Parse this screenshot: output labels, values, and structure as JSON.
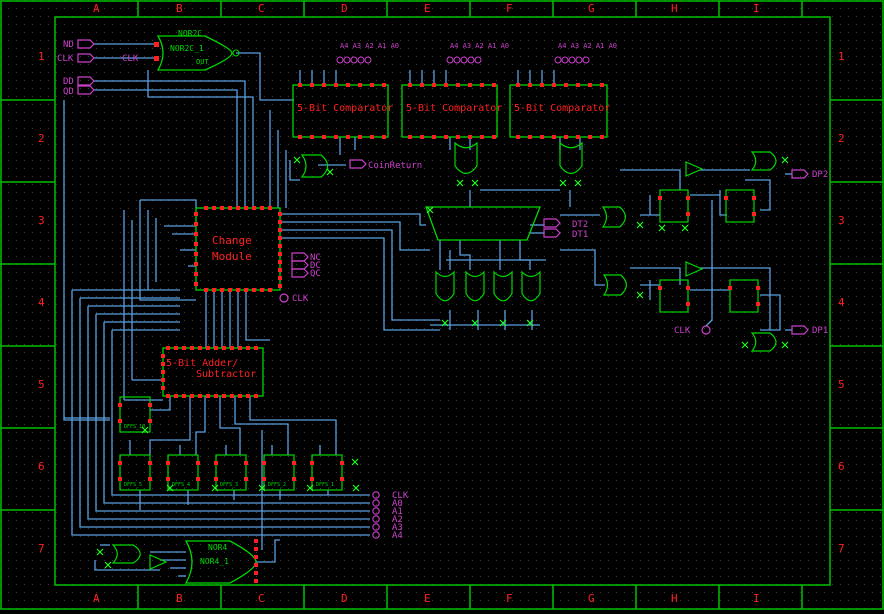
{
  "frame": {
    "columns": [
      "A",
      "B",
      "C",
      "D",
      "E",
      "F",
      "G",
      "H",
      "I"
    ],
    "rows": [
      "1",
      "2",
      "3",
      "4",
      "5",
      "6",
      "7"
    ]
  },
  "colors": {
    "background": "#000000",
    "border": "#00c000",
    "grid_label": "#ff2020",
    "wire": "#5aa0e0",
    "component": "#00d800",
    "port": "#cc40cc",
    "pin": "#ff2020",
    "x_marker": "#20ff20"
  },
  "ports": {
    "nd": "ND",
    "clk_top": "CLK",
    "dd": "DD",
    "qd": "QD",
    "coin_return": "CoinReturn",
    "dt2": "DT2",
    "dt1": "DT1",
    "nc": "NC",
    "dc": "DC",
    "qc": "QC",
    "clk_change": "CLK",
    "clk_right": "CLK",
    "dp2": "DP2",
    "dp1": "DP1",
    "bottom_bus": [
      "CLK",
      "A0",
      "A1",
      "A2",
      "A3",
      "A4"
    ],
    "comparator_inputs": "A4 A3 A2 A1 A0"
  },
  "components": {
    "nor2c": {
      "title": "NOR2C",
      "name": "NOR2C_1",
      "out": "OUT"
    },
    "comparator": "5-Bit Comparator",
    "change_module": [
      "Change",
      "Module"
    ],
    "adder": [
      "5-Bit Adder/",
      "Subtractor"
    ],
    "nor4": {
      "title": "NOR4",
      "name": "NOR4_1"
    },
    "dffs": [
      "DFFS_10",
      "DFFS_5",
      "DFFS_4",
      "DFFS_3",
      "DFFS_2",
      "DFFS_1"
    ]
  }
}
